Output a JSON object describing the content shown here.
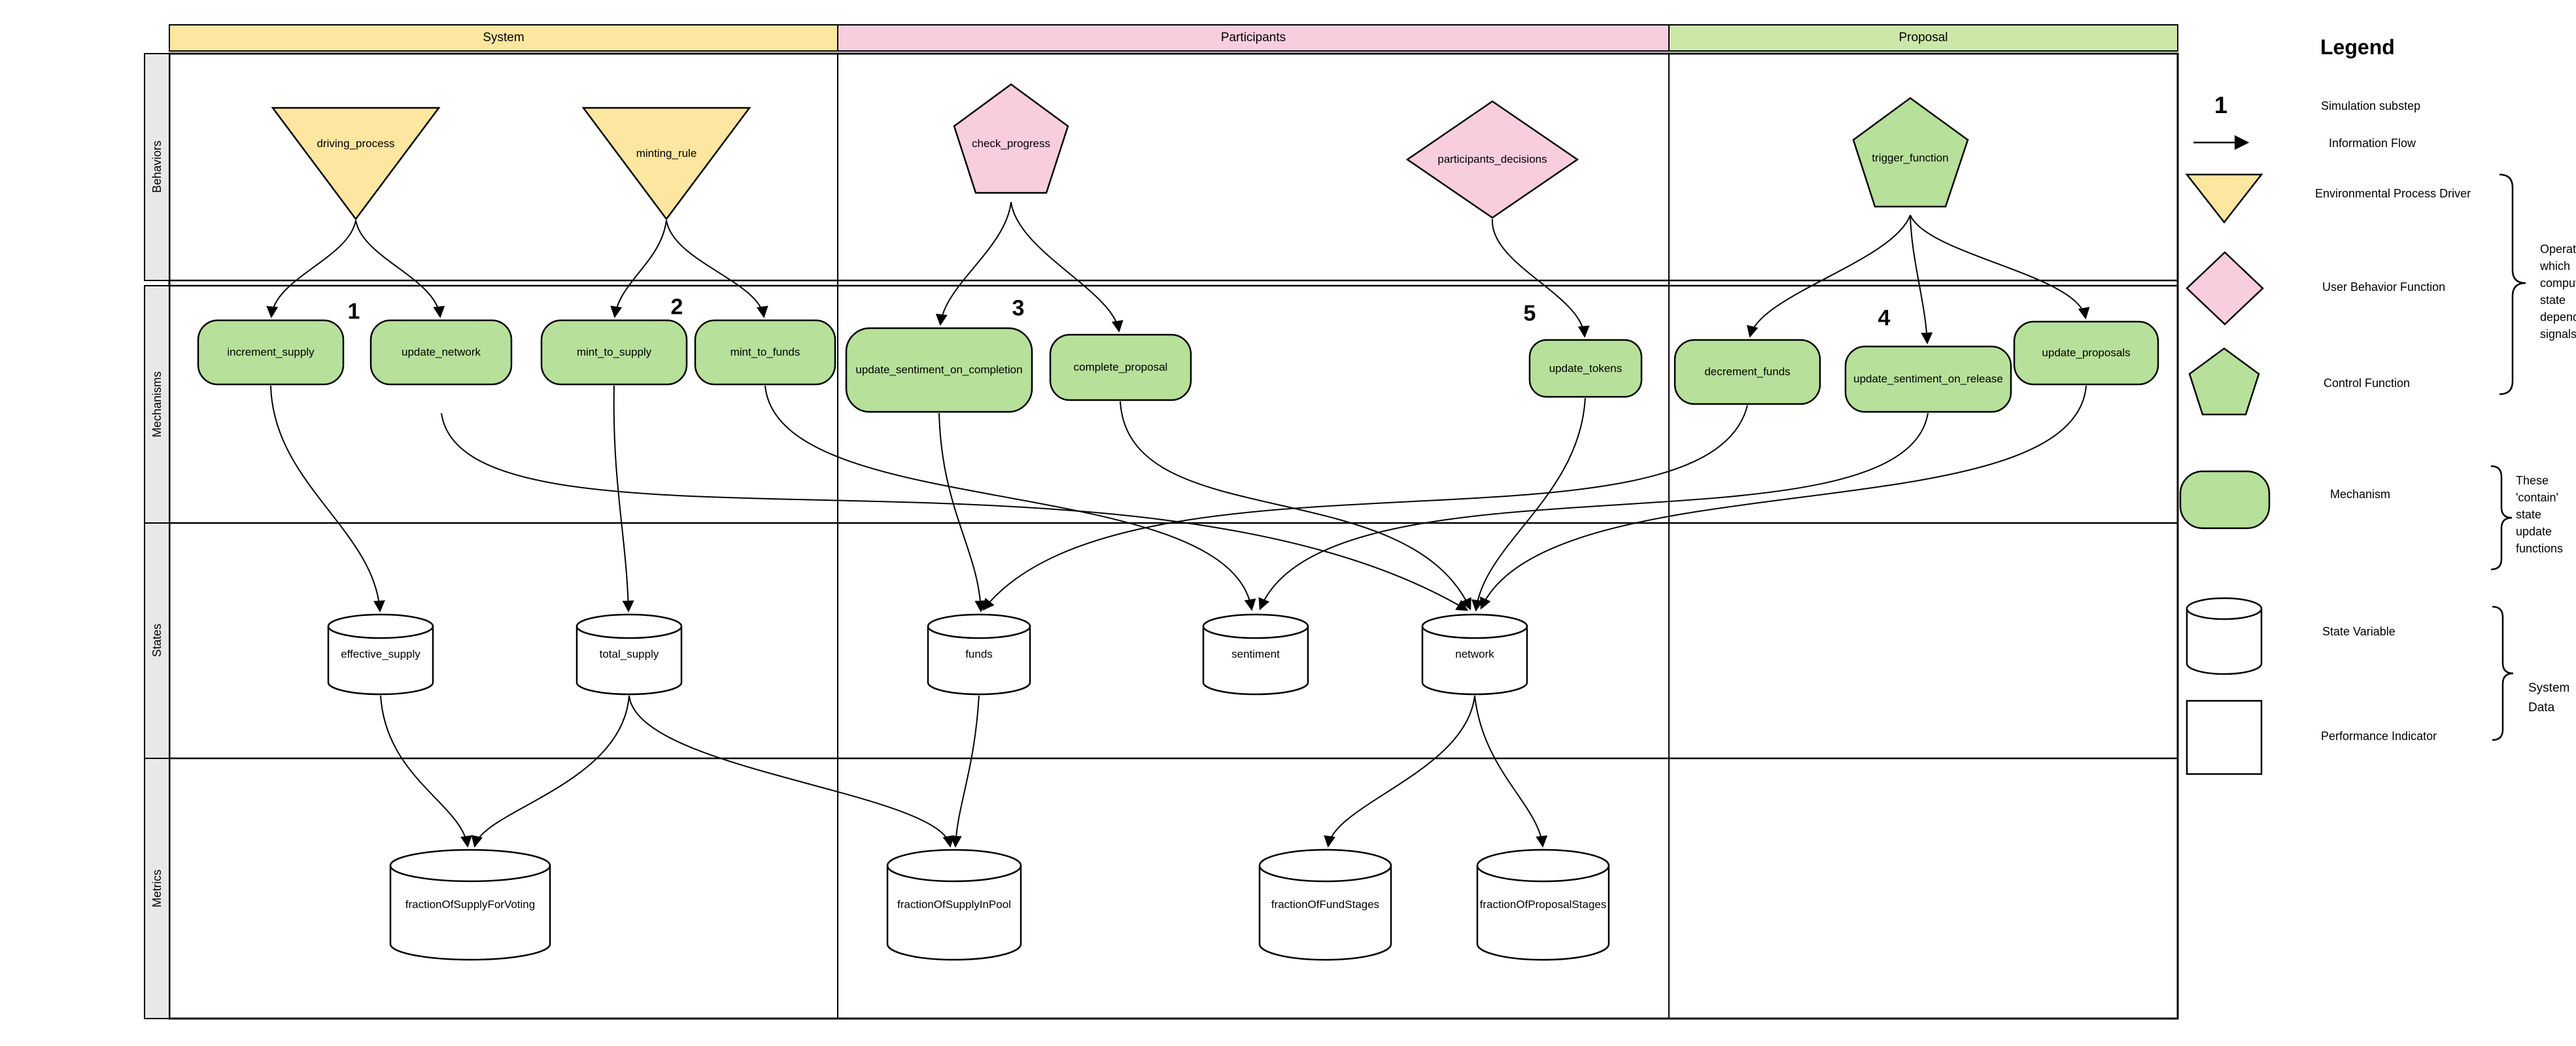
{
  "columns": [
    {
      "label": "System",
      "color": "#FCE6A0"
    },
    {
      "label": "Participants",
      "color": "#F8CEDE"
    },
    {
      "label": "Proposal",
      "color": "#CBE8A8"
    }
  ],
  "rows": [
    {
      "label": "Behaviors"
    },
    {
      "label": "Mechanisms"
    },
    {
      "label": "States"
    },
    {
      "label": "Metrics"
    }
  ],
  "behaviors": [
    {
      "label": "driving_process",
      "shape": "triangle-down",
      "color": "#FCE6A0"
    },
    {
      "label": "minting_rule",
      "shape": "triangle-down",
      "color": "#FCE6A0"
    },
    {
      "label": "check_progress",
      "shape": "pentagon",
      "color": "#F8CEDE"
    },
    {
      "label": "participants_decisions",
      "shape": "diamond",
      "color": "#F8CEDE"
    },
    {
      "label": "trigger_function",
      "shape": "pentagon",
      "color": "#B7E09A"
    }
  ],
  "substeps": [
    {
      "label": "1"
    },
    {
      "label": "2"
    },
    {
      "label": "3"
    },
    {
      "label": "5"
    },
    {
      "label": "4"
    }
  ],
  "mechanisms": [
    {
      "label": "increment_supply"
    },
    {
      "label": "update_network"
    },
    {
      "label": "mint_to_supply"
    },
    {
      "label": "mint_to_funds"
    },
    {
      "label": "update_sentiment_on_completion"
    },
    {
      "label": "complete_proposal"
    },
    {
      "label": "update_tokens"
    },
    {
      "label": "decrement_funds"
    },
    {
      "label": "update_sentiment_on_release"
    },
    {
      "label": "update_proposals"
    }
  ],
  "states": [
    {
      "label": "effective_supply"
    },
    {
      "label": "total_supply"
    },
    {
      "label": "funds"
    },
    {
      "label": "sentiment"
    },
    {
      "label": "network"
    }
  ],
  "metrics": [
    {
      "label": "fractionOfSupplyForVoting"
    },
    {
      "label": "fractionOfSupplyInPool"
    },
    {
      "label": "fractionOfFundStages"
    },
    {
      "label": "fractionOfProposalStages"
    }
  ],
  "legend": {
    "title": "Legend",
    "items": [
      {
        "symbol": "number-1",
        "label": "Simulation substep",
        "symbol_text": "1"
      },
      {
        "symbol": "arrow",
        "label": "Information Flow"
      },
      {
        "symbol": "yellow-triangle",
        "label": "Environmental Process Driver"
      },
      {
        "symbol": "pink-diamond",
        "label": "User Behavior Function"
      },
      {
        "symbol": "green-pentagon",
        "label": "Control Function"
      },
      {
        "symbol": "green-pill",
        "label": "Mechanism"
      },
      {
        "symbol": "white-cylinder",
        "label": "State Variable"
      },
      {
        "symbol": "white-square",
        "label": "Performance Indicator"
      }
    ],
    "notes": {
      "operators": [
        "Operators",
        "which",
        "compute",
        "state",
        "dependent",
        "signals"
      ],
      "mechanism_note": [
        "These",
        "'contain'",
        "state",
        "update",
        "functions"
      ],
      "system_data": [
        "System",
        "Data"
      ]
    }
  },
  "colors": {
    "yellow": "#FCE6A0",
    "pink": "#F8CEDE",
    "green_shape": "#B7E09A",
    "green_header": "#CBE8A8",
    "lane_label_bg": "#E8E8E8",
    "line": "#000000"
  }
}
